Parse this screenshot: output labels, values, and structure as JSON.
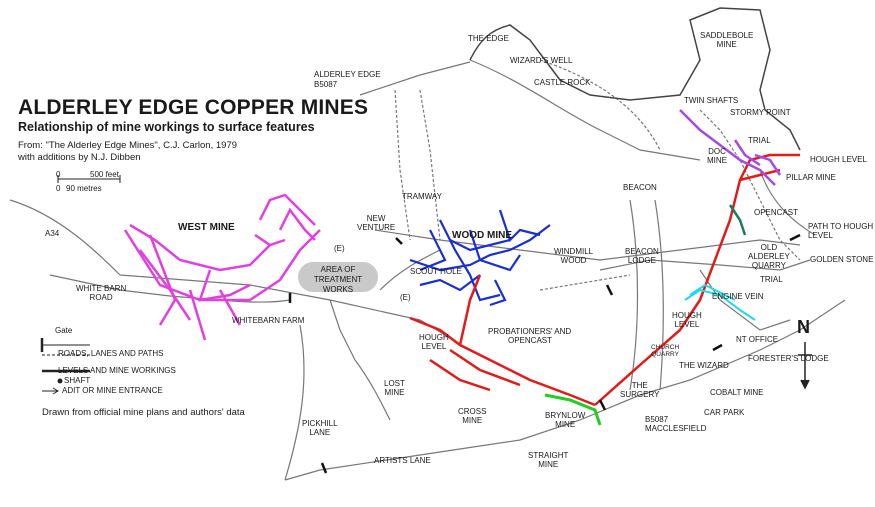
{
  "title": "ALDERLEY EDGE COPPER MINES",
  "subtitle": "Relationship of mine workings to surface features",
  "source_line1": "From: \"The Alderley Edge Mines\", C.J. Carlon, 1979",
  "source_line2": "with additions by N.J. Dibben",
  "drawn_note": "Drawn from official mine plans and authors' data",
  "scale": {
    "ft": "500 feet",
    "m": "90 metres",
    "zero1": "0",
    "zero2": "0"
  },
  "legend": {
    "gate": "Gate",
    "roads": "ROADS, LANES AND PATHS",
    "levels": "LEVELS AND MINE WORKINGS",
    "shaft": "SHAFT",
    "adit": "ADIT OR MINE ENTRANCE"
  },
  "north": "N",
  "labels": {
    "the_edge": "THE EDGE",
    "wizards_well": "WIZARD'S WELL",
    "castle_rock": "CASTLE ROCK",
    "saddlebole": "SADDLEBOLE",
    "saddlebole2": "MINE",
    "alderley_edge": "ALDERLEY EDGE",
    "b5087_top": "B5087",
    "twin_shafts": "TWIN SHAFTS",
    "stormy_point": "STORMY POINT",
    "trial_top": "TRIAL",
    "doc_mine1": "DOC",
    "doc_mine2": "MINE",
    "hough_level_top": "HOUGH LEVEL",
    "pillar_mine": "PILLAR MINE",
    "beacon": "BEACON",
    "opencast_r": "OPENCAST",
    "path_hough1": "PATH TO HOUGH",
    "path_hough2": "LEVEL",
    "a34": "A34",
    "west_mine": "WEST MINE",
    "tramway": "TRAMWAY",
    "new_venture1": "NEW",
    "new_venture2": "VENTURE",
    "wood_mine": "WOOD MINE",
    "windmill1": "WINDMILL",
    "windmill2": "WOOD",
    "beacon_lodge1": "BEACON",
    "beacon_lodge2": "LODGE",
    "old_quarry1": "OLD",
    "old_quarry2": "ALDERLEY",
    "old_quarry3": "QUARRY",
    "golden_stone": "GOLDEN STONE",
    "trial_mid": "TRIAL",
    "area_treatment1": "AREA OF",
    "area_treatment2": "TREATMENT WORKS",
    "scout_hole": "SCOUT HOLE",
    "e_paren1": "(E)",
    "e_paren2": "(E)",
    "white_barn1": "WHITE BARN",
    "white_barn2": "ROAD",
    "whitebarn_farm": "WHITEBARN FARM",
    "engine_vein": "ENGINE VEIN",
    "hough_level_mid1": "HOUGH",
    "hough_level_mid2": "LEVEL",
    "probationers1": "PROBATIONERS' AND",
    "probationers2": "OPENCAST",
    "hough_level_l1": "HOUGH",
    "hough_level_l2": "LEVEL",
    "nt_office": "NT OFFICE",
    "church_quarry1": "CHURCH",
    "church_quarry2": "QUARRY",
    "the_wizard": "THE WIZARD",
    "foresters_lodge": "FORESTER'S LODGE",
    "lost_mine1": "LOST",
    "lost_mine2": "MINE",
    "cobalt_mine": "COBALT MINE",
    "the_surgery1": "THE",
    "the_surgery2": "SURGERY",
    "car_park": "CAR PARK",
    "b5087_bot1": "B5087",
    "b5087_bot2": "MACCLESFIELD",
    "cross_mine1": "CROSS",
    "cross_mine2": "MINE",
    "brynlow1": "BRYNLOW",
    "brynlow2": "MINE",
    "pickhill1": "PICKHILL",
    "pickhill2": "LANE",
    "artists_lane": "ARTISTS LANE",
    "straight1": "STRAIGHT",
    "straight2": "MINE"
  },
  "colors": {
    "west_mine": "#e040e0",
    "wood_mine": "#1a2fd0",
    "hough_level": "#e21a1a",
    "brynlow": "#22cc22",
    "engine_vein": "#22d8e8",
    "doc_pillar": "#a64ae0",
    "opencast": "#1a7a5a",
    "road": "#555555"
  }
}
